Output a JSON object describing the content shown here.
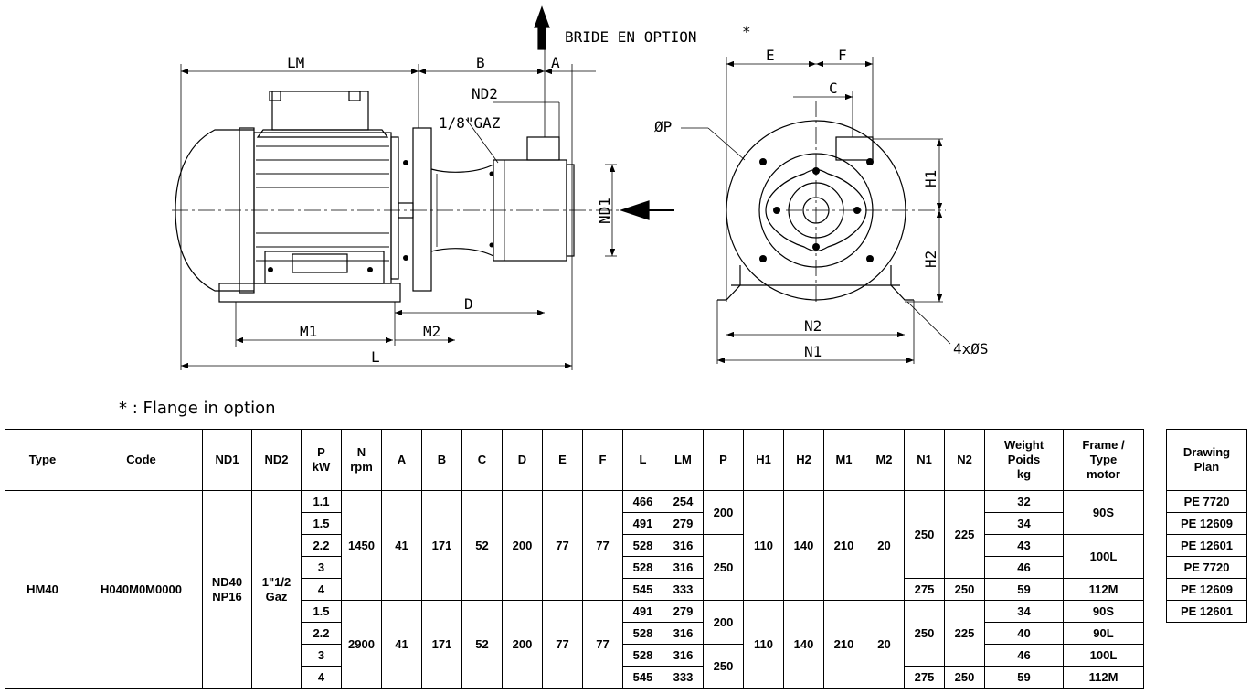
{
  "drawing": {
    "labels": {
      "flange_option": "BRIDE EN OPTION",
      "asterisk": "*",
      "LM": "LM",
      "B": "B",
      "A": "A",
      "ND2": "ND2",
      "gaz": "1/8\"GAZ",
      "ND1": "ND1",
      "D": "D",
      "M1": "M1",
      "M2": "M2",
      "L": "L",
      "E": "E",
      "F": "F",
      "C": "C",
      "P": "ØP",
      "H1": "H1",
      "H2": "H2",
      "N2": "N2",
      "N1": "N1",
      "S": "4xØS"
    }
  },
  "note": "* : Flange in option",
  "table": {
    "headers": [
      "Type",
      "Code",
      "ND1",
      "ND2",
      "P\nkW",
      "N\nrpm",
      "A",
      "B",
      "C",
      "D",
      "E",
      "F",
      "L",
      "LM",
      "P",
      "H1",
      "H2",
      "M1",
      "M2",
      "N1",
      "N2",
      "Weight\nPoids\nkg",
      "Frame /\nType\nmotor"
    ],
    "type": "HM40",
    "code": "H040M0M0000",
    "nd1": "ND40\nNP16",
    "nd2": "1\"1/2\nGaz",
    "groups": [
      {
        "n": "1450",
        "a": "41",
        "b": "171",
        "c": "52",
        "d": "200",
        "e": "77",
        "f": "77",
        "h1": "110",
        "h2": "140",
        "m1": "210",
        "m2": "20"
      },
      {
        "n": "2900",
        "a": "41",
        "b": "171",
        "c": "52",
        "d": "200",
        "e": "77",
        "f": "77",
        "h1": "110",
        "h2": "140",
        "m1": "210",
        "m2": "20"
      }
    ],
    "rows": [
      {
        "p": "1.1",
        "l": "466",
        "lm": "254"
      },
      {
        "p": "1.5",
        "l": "491",
        "lm": "279"
      },
      {
        "p": "2.2",
        "l": "528",
        "lm": "316"
      },
      {
        "p": "3",
        "l": "528",
        "lm": "316"
      },
      {
        "p": "4",
        "l": "545",
        "lm": "333"
      },
      {
        "p": "1.5",
        "l": "491",
        "lm": "279"
      },
      {
        "p": "2.2",
        "l": "528",
        "lm": "316"
      },
      {
        "p": "3",
        "l": "528",
        "lm": "316"
      },
      {
        "p": "4",
        "l": "545",
        "lm": "333"
      }
    ],
    "flange_p": [
      "200",
      "250",
      "200",
      "250"
    ],
    "n1n2": [
      {
        "n1": "250",
        "n2": "225"
      },
      {
        "n1": "275",
        "n2": "250"
      },
      {
        "n1": "250",
        "n2": "225"
      },
      {
        "n1": "275",
        "n2": "250"
      }
    ],
    "weights": [
      "32",
      "34",
      "43",
      "46",
      "59",
      "34",
      "40",
      "46",
      "59"
    ],
    "frames": [
      "90S",
      "100L",
      "112M",
      "90S",
      "90L",
      "100L",
      "112M"
    ]
  },
  "plan_table": {
    "header": "Drawing\nPlan",
    "plans": [
      "PE 7720",
      "PE 12609",
      "PE 12601",
      "PE 7720",
      "PE 12609",
      "PE 12601"
    ]
  }
}
